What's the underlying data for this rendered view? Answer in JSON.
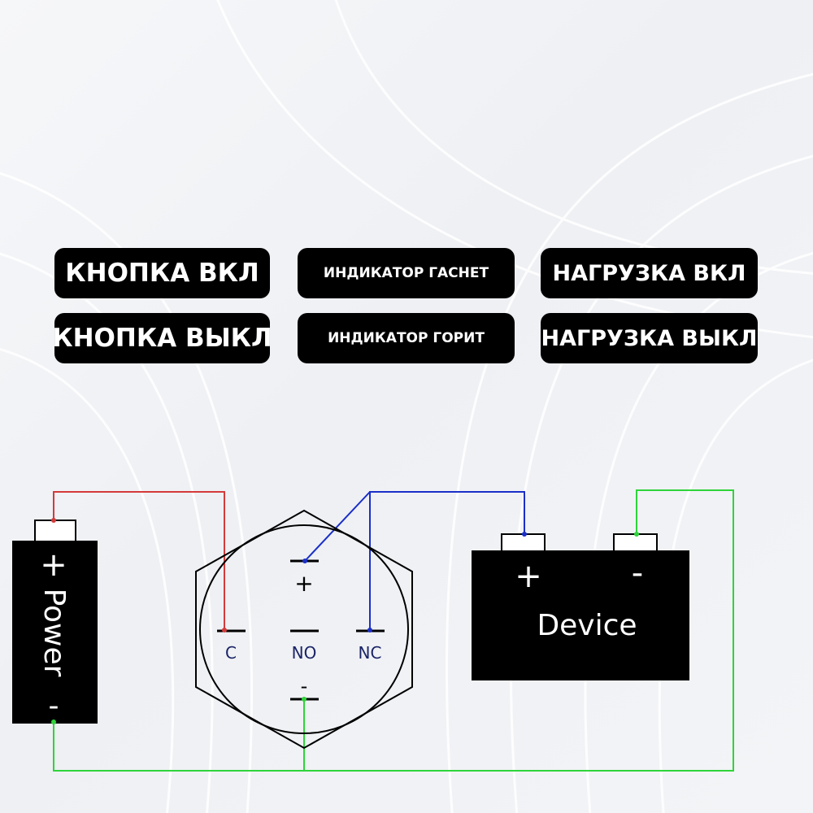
{
  "labels": {
    "button_on": "КНОПКА ВКЛ",
    "button_off": "КНОПКА ВЫКЛ",
    "indicator_off": "ИНДИКАТОР ГАСНЕТ",
    "indicator_on": "ИНДИКАТОР ГОРИТ",
    "load_on": "НАГРУЗКА ВКЛ",
    "load_off": "НАГРУЗКА ВЫКЛ"
  },
  "power": {
    "plus": "+",
    "name": "Power",
    "minus": "-"
  },
  "switch": {
    "plus": "+",
    "minus": "-",
    "c": "C",
    "no": "NO",
    "nc": "NC"
  },
  "device": {
    "plus": "+",
    "minus": "-",
    "name": "Device"
  },
  "colors": {
    "wire_red": "#d43a3a",
    "wire_blue": "#1a2fc8",
    "wire_green": "#2fd43a",
    "ink": "#000000"
  }
}
